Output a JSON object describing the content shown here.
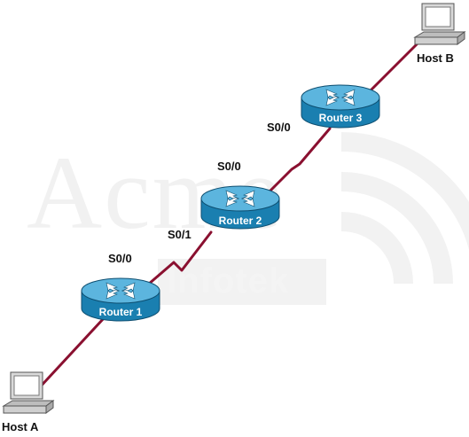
{
  "watermark": {
    "main": "Acme",
    "sub": "Infotek"
  },
  "hosts": {
    "a": "Host A",
    "b": "Host B"
  },
  "routers": {
    "r1": "Router 1",
    "r2": "Router 2",
    "r3": "Router 3"
  },
  "interfaces": {
    "r1_s00": "S0/0",
    "r2_s01": "S0/1",
    "r2_s00": "S0/0",
    "r3_s00": "S0/0"
  },
  "colors": {
    "link": "#8a1030",
    "router_body": "#1a7fb0",
    "router_top": "#5cb5de",
    "pc_body": "#d7d7d7"
  }
}
